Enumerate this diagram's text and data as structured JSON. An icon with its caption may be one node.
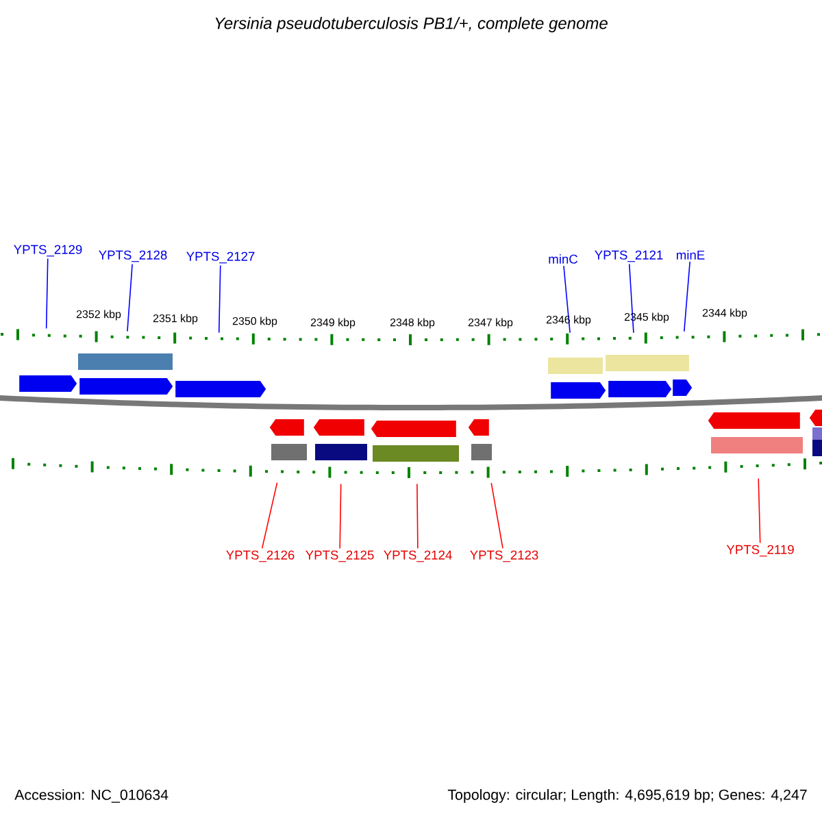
{
  "diagram": {
    "title": "*Yersinia pseudotuberculosis* PB1/+, complete genome",
    "nodes": [
      {
        "text": [
          "YPTS_2129"
        ]
      },
      {
        "text": [
          "YPTS_2128"
        ]
      },
      {
        "text": [
          "YPTS_2127"
        ]
      },
      {
        "text": [
          "minC"
        ]
      },
      {
        "text": [
          "YPTS_2121"
        ]
      },
      {
        "text": [
          "minE"
        ]
      },
      {
        "text": [],
        "shape": "pentagon"
      },
      {
        "text": [],
        "shape": "pentagon"
      },
      {
        "text": [],
        "shape": "pentagon"
      },
      {
        "text": [],
        "shape": "pentagon"
      },
      {
        "text": [],
        "shape": "pentagon"
      },
      {
        "text": [],
        "shape": "pentagon"
      },
      {
        "text": [],
        "shape": "pentagon"
      },
      {
        "text": [],
        "shape": "pentagon"
      },
      {
        "text": [],
        "shape": "pentagon"
      },
      {
        "text": [],
        "shape": "pentagon"
      },
      {
        "text": [],
        "shape": "pentagon"
      },
      {
        "text": [],
        "shape": "pentagon"
      },
      {
        "text": [
          "YPTS_2126"
        ]
      },
      {
        "text": [
          "YPTS_2125"
        ]
      },
      {
        "text": [
          "YPTS_2124"
        ]
      },
      {
        "text": [
          "YPTS_2123"
        ]
      },
      {
        "text": [
          "YPTS_2119"
        ]
      }
    ],
    "edges": [
      {
        "from": 0,
        "to": 6,
        "arrow": "none"
      },
      {
        "from": 1,
        "to": 7,
        "arrow": "none"
      },
      {
        "from": 2,
        "to": 8,
        "arrow": "none"
      },
      {
        "from": 3,
        "to": 9,
        "arrow": "none"
      },
      {
        "from": 4,
        "to": 10,
        "arrow": "none"
      },
      {
        "from": 5,
        "to": 11,
        "arrow": "none"
      },
      {
        "from": 18,
        "to": 12,
        "arrow": "none",
        "color": "#ff0000"
      },
      {
        "from": 19,
        "to": 13,
        "arrow": "none",
        "color": "#ff0000"
      },
      {
        "from": 20,
        "to": 14,
        "arrow": "none",
        "color": "#ff0000"
      },
      {
        "from": 21,
        "to": 15,
        "arrow": "none",
        "color": "#ff0000"
      },
      {
        "from": 22,
        "to": 16,
        "arrow": "none",
        "color": "#ff0000"
      }
    ],
    "labels": [
      "2352 kbp",
      "2351 kbp",
      "2350 kbp",
      "2349 kbp",
      "2348 kbp",
      "2347 kbp",
      "2346 kbp",
      "2345 kbp",
      "2344 kbp",
      "Accession: NC_010634",
      "Topology: circular; Length: 4,695,619 bp; Genes: 4,247"
    ]
  }
}
